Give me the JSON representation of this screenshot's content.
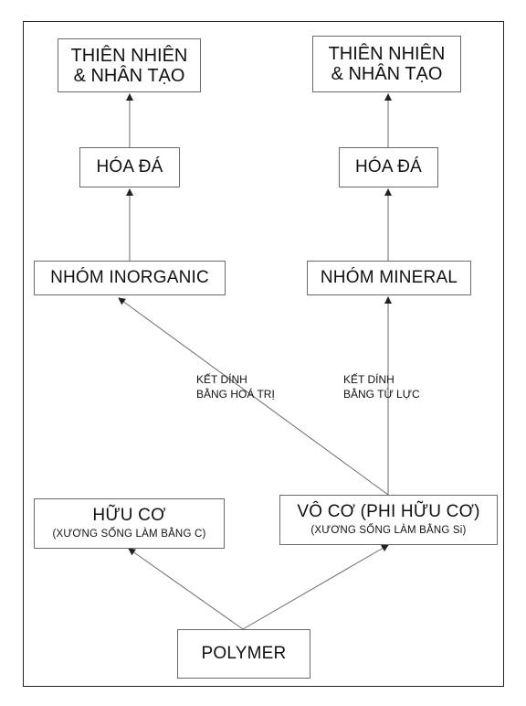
{
  "diagram": {
    "colors": {
      "stroke": "#6a6a6a",
      "border": "#222222",
      "text": "#111111"
    },
    "nodes": {
      "tn_left": {
        "line1": "THIÊN NHIÊN",
        "line2": "& NHÂN TẠO"
      },
      "tn_right": {
        "line1": "THIÊN NHIÊN",
        "line2": "& NHÂN TẠO"
      },
      "hd_left": {
        "label": "HÓA ĐÁ"
      },
      "hd_right": {
        "label": "HÓA ĐÁ"
      },
      "inorganic": {
        "label": "NHÓM INORGANIC"
      },
      "mineral": {
        "label": "NHÓM MINERAL"
      },
      "huuco": {
        "label": "HỮU CƠ",
        "sub": "(XƯƠNG SỐNG LÀM BẰNG C)"
      },
      "voco": {
        "label": "VÔ CƠ (PHI HỮU CƠ)",
        "sub": "(XƯƠNG SỐNG LÀM BẰNG Si)"
      },
      "polymer": {
        "label": "POLYMER"
      }
    },
    "edge_labels": {
      "covalent": {
        "line1": "KẾT DÍNH",
        "line2": "BẰNG HOÁ TRỊ"
      },
      "magnetic": {
        "line1": "KẾT DÍNH",
        "line2": "BẰNG TỪ LỰC"
      }
    }
  }
}
